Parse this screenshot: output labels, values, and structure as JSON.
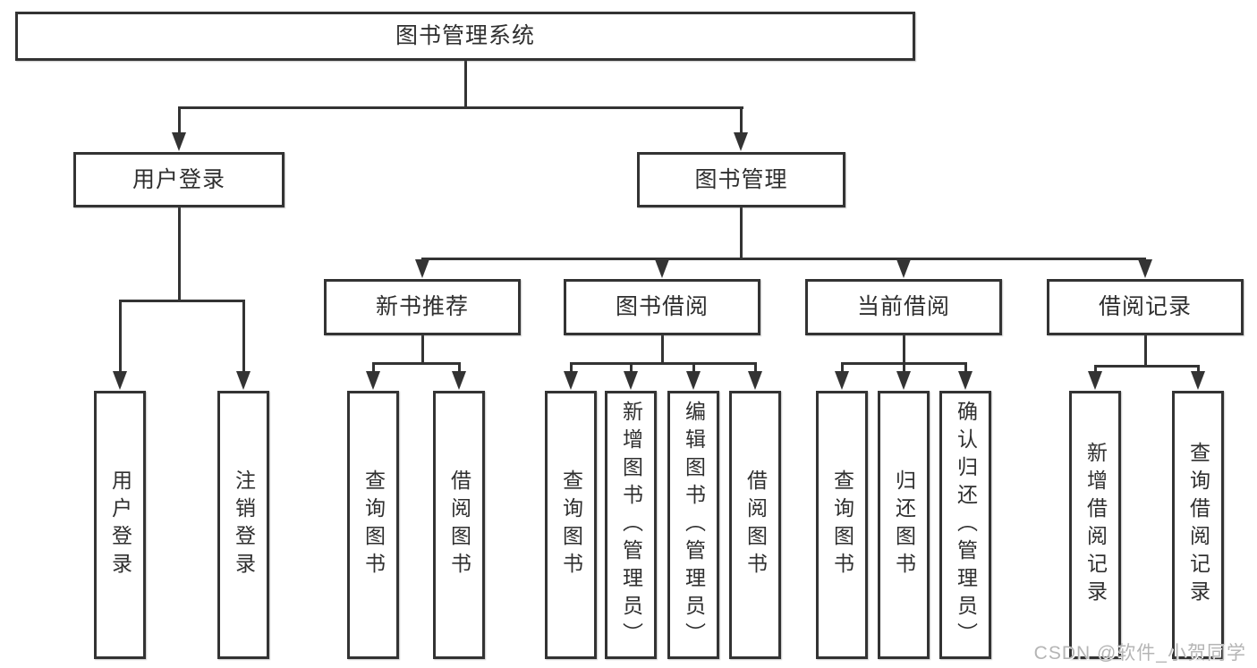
{
  "diagram": {
    "root": {
      "label": "图书管理系统"
    },
    "branches": [
      {
        "label": "用户登录",
        "children": [
          {
            "label": "用户登录"
          },
          {
            "label": "注销登录"
          }
        ]
      },
      {
        "label": "图书管理",
        "children": [
          {
            "label": "新书推荐",
            "children": [
              {
                "label": "查询图书"
              },
              {
                "label": "借阅图书"
              }
            ]
          },
          {
            "label": "图书借阅",
            "children": [
              {
                "label": "查询图书"
              },
              {
                "label": "新增图书（管理员）"
              },
              {
                "label": "编辑图书（管理员）"
              },
              {
                "label": "借阅图书"
              }
            ]
          },
          {
            "label": "当前借阅",
            "children": [
              {
                "label": "查询图书"
              },
              {
                "label": "归还图书"
              },
              {
                "label": "确认归还（管理员）"
              }
            ]
          },
          {
            "label": "借阅记录",
            "children": [
              {
                "label": "新增借阅记录"
              },
              {
                "label": "查询借阅记录"
              }
            ]
          }
        ]
      }
    ]
  },
  "watermark": {
    "text": "CSDN @软件_小贺同学"
  },
  "colors": {
    "line": "#333333",
    "text": "#2f2f2f",
    "background": "#ffffff",
    "watermark": "#b5b5b5"
  }
}
